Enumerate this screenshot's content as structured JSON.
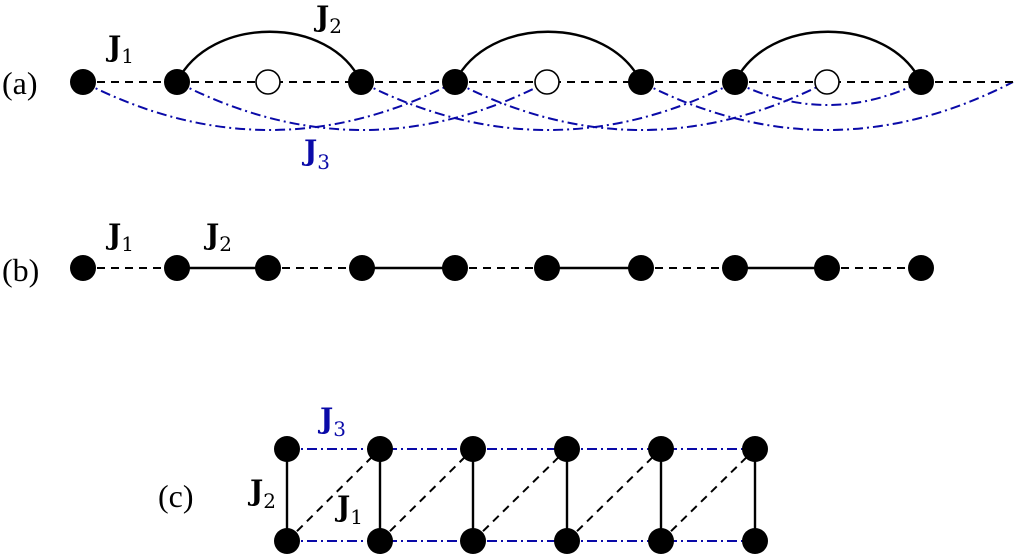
{
  "panels": {
    "a": {
      "label": "(a)",
      "j1": {
        "main": "J",
        "sub": "1"
      },
      "j2": {
        "main": "J",
        "sub": "2"
      },
      "j3": {
        "main": "J",
        "sub": "3"
      }
    },
    "b": {
      "label": "(b)",
      "j1": {
        "main": "J",
        "sub": "1"
      },
      "j2": {
        "main": "J",
        "sub": "2"
      }
    },
    "c": {
      "label": "(c)",
      "j1": {
        "main": "J",
        "sub": "1"
      },
      "j2": {
        "main": "J",
        "sub": "2"
      },
      "j3": {
        "main": "J",
        "sub": "3"
      }
    }
  },
  "colors": {
    "bond_solid": "#000000",
    "bond_dashed": "#000000",
    "bond_dashdot": "#0a0aa8",
    "site_filled": "#000000",
    "site_empty": "#ffffff"
  },
  "legend": {
    "J1": "dashed black bond",
    "J2": "solid black bond",
    "J3": "dash-dot blue bond"
  }
}
